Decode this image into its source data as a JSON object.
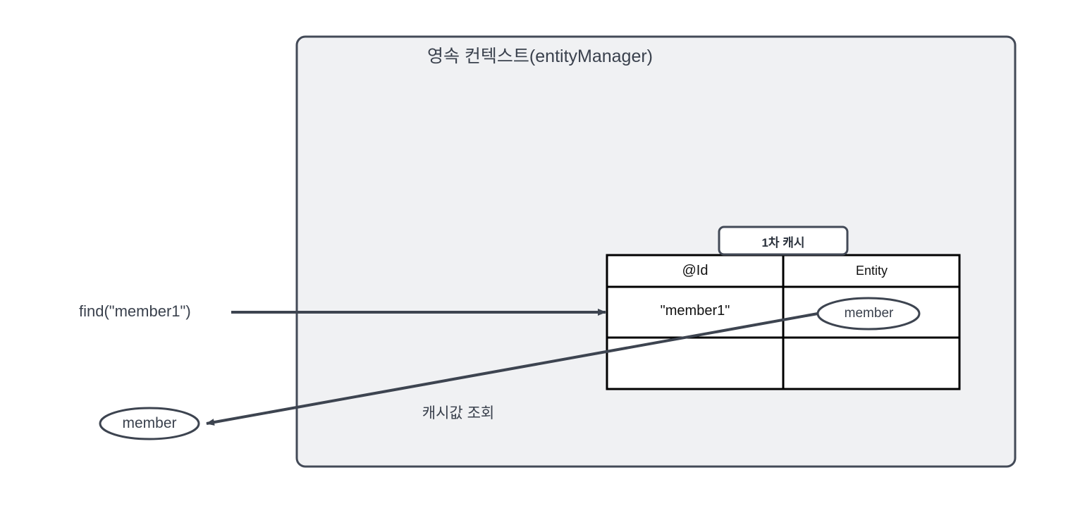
{
  "diagram": {
    "title": "영속 컨텍스트(entityManager)",
    "colors": {
      "container_fill": "#f0f1f3",
      "container_stroke": "#434a57",
      "line_stroke": "#3d4450",
      "table_stroke": "#000000",
      "table_fill": "#ffffff",
      "text": "#2f3642"
    },
    "container": {
      "label": "영속 컨텍스트(entityManager)"
    },
    "cache_box": {
      "label": "1차 캐시"
    },
    "cache_table": {
      "headers": [
        "@Id",
        "Entity"
      ],
      "rows": [
        {
          "id": "\"member1\"",
          "entity": "member"
        },
        {
          "id": "",
          "entity": ""
        }
      ]
    },
    "entity_node_table": {
      "label": "member"
    },
    "entity_node_returned": {
      "label": "member"
    },
    "edges": [
      {
        "name": "find-call",
        "label": "find(\"member1\")"
      },
      {
        "name": "cache-read",
        "label": "캐시값 조회"
      }
    ]
  }
}
